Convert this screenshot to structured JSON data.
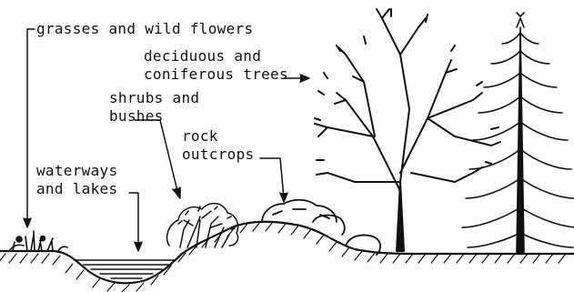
{
  "labels": {
    "grasses": "grasses and wild flowers",
    "trees": "deciduous and\nconiferous trees",
    "shrubs": "shrubs and\nbushes",
    "rock": "rock\noutcrops",
    "water": "waterways\nand lakes"
  }
}
